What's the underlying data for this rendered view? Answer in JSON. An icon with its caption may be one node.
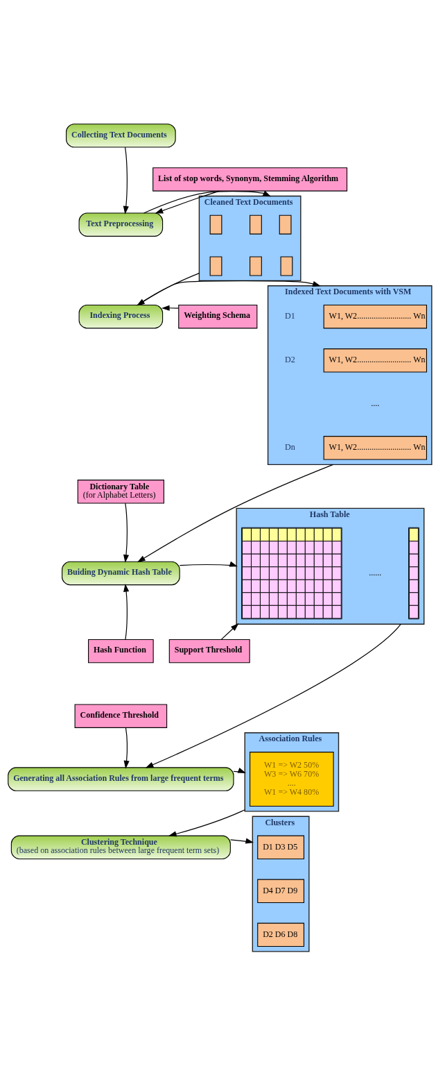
{
  "diagram": {
    "nodes": [
      {
        "text": [
          "Collecting Text Documents"
        ]
      },
      {
        "text": [
          "List of stop words, Synonym, Stemming Algorithm"
        ]
      },
      {
        "text": [
          "Text Preprocessing"
        ]
      },
      {
        "text": [
          "Cleaned Text Documents"
        ]
      },
      {
        "text": [],
        "shape": "box",
        "in": 3
      },
      {
        "text": [],
        "shape": "box",
        "in": 3
      },
      {
        "text": [],
        "shape": "box",
        "in": 3
      },
      {
        "text": [],
        "shape": "box",
        "in": 3
      },
      {
        "text": [],
        "shape": "box",
        "in": 3
      },
      {
        "text": [],
        "shape": "box",
        "in": 3
      },
      {
        "text": [
          "Weighting Schema"
        ]
      },
      {
        "text": [
          "Indexing Process"
        ]
      },
      {
        "text": [
          "Indexed Text Documents with VSM"
        ]
      },
      {
        "text": [
          "W1, W2.......................... Wn"
        ],
        "beside": [
          "D1"
        ],
        "in": 12
      },
      {
        "text": [
          "W1, W2.......................... Wn"
        ],
        "beside": [
          "D2"
        ],
        "in": 12
      },
      {
        "text": [
          "W1, W2.......................... Wn"
        ],
        "beside": [
          "Dn"
        ],
        "in": 12
      },
      {
        "text": [
          "Dictionary Table",
          "(for Alphabet Letters)"
        ]
      },
      {
        "text": [
          "Buiding Dynamic Hash Table"
        ]
      },
      {
        "text": [
          "Hash Function"
        ]
      },
      {
        "text": [
          "Support Threshold"
        ]
      },
      {
        "text": [
          "Hash Table"
        ]
      },
      {
        "text": [],
        "shape": "grid",
        "in": 20
      },
      {
        "text": [],
        "shape": "grid",
        "in": 20
      },
      {
        "text": [
          "Confidence Threshold"
        ]
      },
      {
        "text": [
          "Generating all Association Rules from large frequent terms"
        ]
      },
      {
        "text": [
          "Association Rules"
        ]
      },
      {
        "text": [
          "W1 => W2 50%",
          "W3 => W6 70%",
          "....",
          "W1 => W4 80%"
        ],
        "in": 25
      },
      {
        "text": [
          "Clustering Technique",
          "(based on association rules between large frequent term sets)"
        ]
      },
      {
        "text": [
          "Clusters"
        ]
      },
      {
        "text": [
          "D1 D3 D5"
        ],
        "in": 28
      },
      {
        "text": [
          "D4 D7 D9"
        ],
        "in": 28
      },
      {
        "text": [
          "D2 D6 D8"
        ],
        "in": 28
      }
    ],
    "edges": [
      {
        "from": 0,
        "to": 2,
        "arrow": "to"
      },
      {
        "from": 1,
        "to": 2,
        "arrow": "to"
      },
      {
        "from": 2,
        "to": 3,
        "arrow": "to"
      },
      {
        "from": 3,
        "to": 11,
        "arrow": "to"
      },
      {
        "from": 10,
        "to": 11,
        "arrow": "to"
      },
      {
        "from": 11,
        "to": 12,
        "arrow": "to"
      },
      {
        "from": 12,
        "to": 17,
        "arrow": "to"
      },
      {
        "from": 16,
        "to": 17,
        "arrow": "to"
      },
      {
        "from": 18,
        "to": 17,
        "arrow": "to"
      },
      {
        "from": 17,
        "to": 20,
        "arrow": "to"
      },
      {
        "from": 19,
        "to": 20,
        "arrow": "to"
      },
      {
        "from": 20,
        "to": 24,
        "arrow": "to"
      },
      {
        "from": 23,
        "to": 24,
        "arrow": "to"
      },
      {
        "from": 24,
        "to": 25,
        "arrow": "to"
      },
      {
        "from": 25,
        "to": 27,
        "arrow": "to"
      },
      {
        "from": 27,
        "to": 28,
        "arrow": "to"
      }
    ],
    "labels": [
      "....",
      "......"
    ]
  }
}
